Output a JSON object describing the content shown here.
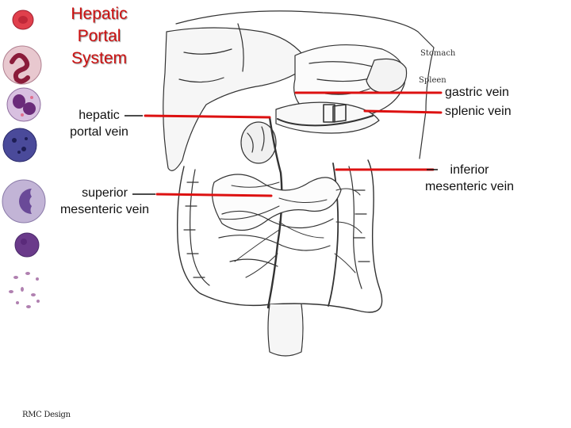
{
  "title": {
    "line1": "Hepatic",
    "line2": "Portal",
    "line3": "System"
  },
  "labels": {
    "hepatic_portal_vein": {
      "line1": "hepatic",
      "line2": "portal vein"
    },
    "superior_mesenteric_vein": {
      "line1": "superior",
      "line2": "mesenteric vein"
    },
    "gastric_vein": "gastric vein",
    "splenic_vein": "splenic vein",
    "inferior_mesenteric_vein": {
      "line1": "inferior",
      "line2": "mesenteric vein"
    }
  },
  "drawing_labels": {
    "stomach": "Stomach",
    "spleen": "Spleen"
  },
  "credit": "RMC Design",
  "colors": {
    "title": "#cc1111",
    "pointer": "#dd1111",
    "ink": "#333333"
  }
}
